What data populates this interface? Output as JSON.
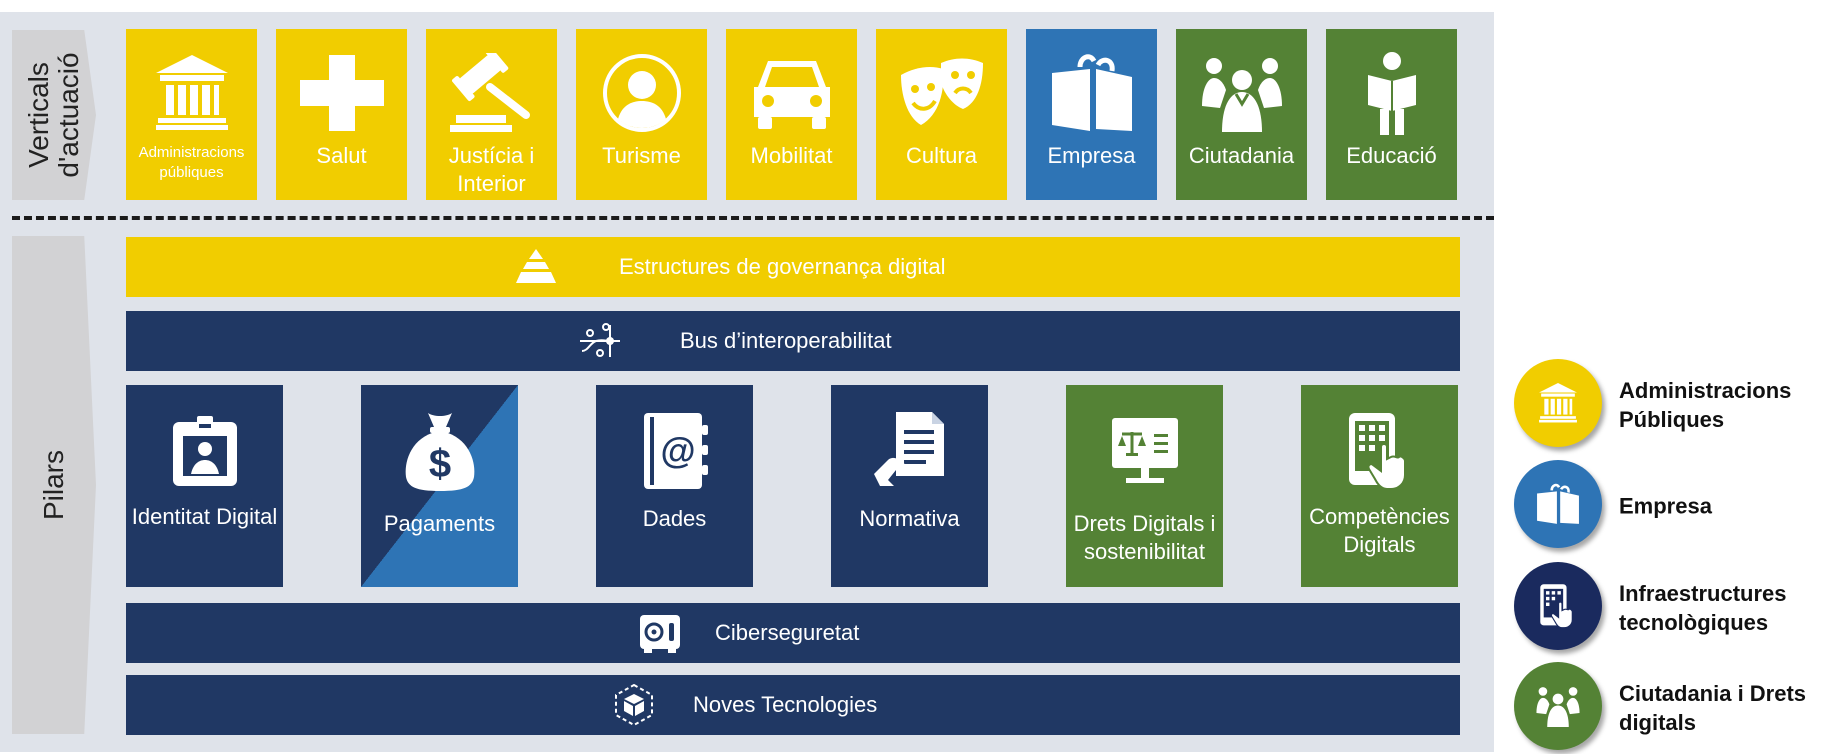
{
  "colors": {
    "yellow": "#f1cd00",
    "blue": "#2e74b5",
    "green": "#548235",
    "navy": "#203864",
    "panel": "#dfe3ea",
    "sidelabel": "#d2d2d4"
  },
  "verticals": {
    "label": "Verticals\nd'actuació",
    "tiles": [
      {
        "label": "Administracions públiques",
        "icon": "government-building-icon",
        "color": "yellow"
      },
      {
        "label": "Salut",
        "icon": "health-cross-icon",
        "color": "yellow"
      },
      {
        "label": "Justícia i Interior",
        "icon": "gavel-icon",
        "color": "yellow"
      },
      {
        "label": "Turisme",
        "icon": "person-circle-icon",
        "color": "yellow"
      },
      {
        "label": "Mobilitat",
        "icon": "car-icon",
        "color": "yellow"
      },
      {
        "label": "Cultura",
        "icon": "theater-masks-icon",
        "color": "yellow"
      },
      {
        "label": "Empresa",
        "icon": "shopping-bag-icon",
        "color": "blue"
      },
      {
        "label": "Ciutadania",
        "icon": "people-group-icon",
        "color": "green"
      },
      {
        "label": "Educació",
        "icon": "student-reading-icon",
        "color": "green"
      }
    ]
  },
  "pillars": {
    "label": "Pilars",
    "bars": {
      "governance": {
        "label": "Estructures de governança digital",
        "icon": "pyramid-icon"
      },
      "interop": {
        "label": "Bus d’interoperabilitat",
        "icon": "network-bus-icon"
      },
      "cyber": {
        "label": "Ciberseguretat",
        "icon": "safe-icon"
      },
      "newtech": {
        "label": "Noves Tecnologies",
        "icon": "cube-icon"
      }
    },
    "items": [
      {
        "label": "Identitat Digital",
        "icon": "id-badge-icon"
      },
      {
        "label": "Pagaments",
        "icon": "money-bag-icon"
      },
      {
        "label": "Dades",
        "icon": "address-book-at-icon"
      },
      {
        "label": "Normativa",
        "icon": "document-hand-icon"
      },
      {
        "label": "Drets Digitals i sostenibilitat",
        "icon": "scales-monitor-icon"
      },
      {
        "label": "Competències Digitals",
        "icon": "tablet-touch-icon"
      }
    ]
  },
  "legend": [
    {
      "label": "Administracions Públiques",
      "color": "yellow",
      "icon": "government-building-icon"
    },
    {
      "label": "Empresa",
      "color": "blue",
      "icon": "shopping-bag-icon"
    },
    {
      "label": "Infraestructures tecnològiques",
      "color": "navy",
      "icon": "tablet-touch-icon"
    },
    {
      "label": "Ciutadania i Drets digitals",
      "color": "green",
      "icon": "people-group-icon"
    }
  ]
}
